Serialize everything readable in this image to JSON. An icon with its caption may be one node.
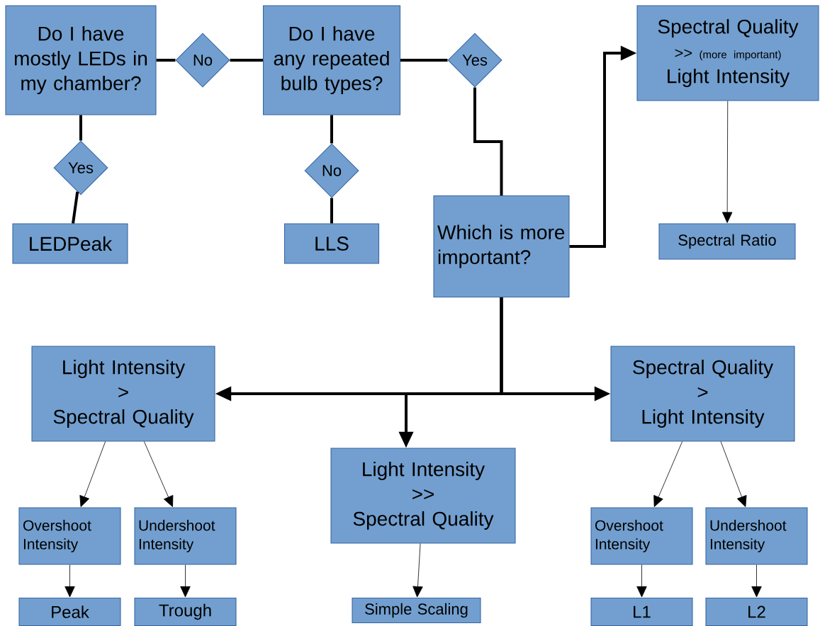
{
  "diagram": {
    "nodes": [
      {
        "text": [
          "Do I have mostly LEDs in my chamber?"
        ]
      },
      {
        "text": [
          "No"
        ]
      },
      {
        "text": [
          "Do I have any repeated bulb types?"
        ]
      },
      {
        "text": [
          "Yes"
        ]
      },
      {
        "text": [
          "Spectral Quality",
          ">>",
          "(more important)",
          "Light Intensity"
        ]
      },
      {
        "text": [
          "Yes"
        ]
      },
      {
        "text": [
          "No"
        ]
      },
      {
        "text": [
          "LEDPeak"
        ]
      },
      {
        "text": [
          "LLS"
        ]
      },
      {
        "text": [
          "Which is more important?"
        ]
      },
      {
        "text": [
          "Spectral Ratio"
        ]
      },
      {
        "text": [
          "Light Intensity",
          ">",
          "Spectral Quality"
        ]
      },
      {
        "text": [
          "Spectral Quality",
          ">",
          "Light Intensity"
        ]
      },
      {
        "text": [
          "Light Intensity",
          ">>",
          "Spectral Quality"
        ]
      },
      {
        "text": [
          "Overshoot Intensity"
        ]
      },
      {
        "text": [
          "Undershoot Intensity"
        ]
      },
      {
        "text": [
          "Overshoot Intensity"
        ]
      },
      {
        "text": [
          "Undershoot Intensity"
        ]
      },
      {
        "text": [
          "Peak"
        ]
      },
      {
        "text": [
          "Trough"
        ]
      },
      {
        "text": [
          "Simple Scaling"
        ]
      },
      {
        "text": [
          "L1"
        ]
      },
      {
        "text": [
          "L2"
        ]
      }
    ],
    "edges": [
      {
        "from": 0,
        "to": 1,
        "arrow": "none"
      },
      {
        "from": 1,
        "to": 2,
        "arrow": "none"
      },
      {
        "from": 2,
        "to": 3,
        "arrow": "none"
      },
      {
        "from": 3,
        "to": 9,
        "arrow": "none"
      },
      {
        "from": 9,
        "to": 4,
        "arrow": "to"
      },
      {
        "from": 4,
        "to": 10,
        "arrow": "to"
      },
      {
        "from": 0,
        "to": 5,
        "arrow": "none"
      },
      {
        "from": 5,
        "to": 7,
        "arrow": "none"
      },
      {
        "from": 2,
        "to": 6,
        "arrow": "none"
      },
      {
        "from": 6,
        "to": 8,
        "arrow": "none"
      },
      {
        "from": 9,
        "to": 11,
        "arrow": "to"
      },
      {
        "from": 9,
        "to": 13,
        "arrow": "to"
      },
      {
        "from": 9,
        "to": 12,
        "arrow": "to"
      },
      {
        "from": 11,
        "to": 14,
        "arrow": "to"
      },
      {
        "from": 11,
        "to": 15,
        "arrow": "to"
      },
      {
        "from": 12,
        "to": 16,
        "arrow": "to"
      },
      {
        "from": 12,
        "to": 17,
        "arrow": "to"
      },
      {
        "from": 14,
        "to": 18,
        "arrow": "to"
      },
      {
        "from": 15,
        "to": 19,
        "arrow": "to"
      },
      {
        "from": 13,
        "to": 20,
        "arrow": "to"
      },
      {
        "from": 16,
        "to": 21,
        "arrow": "to"
      },
      {
        "from": 17,
        "to": 22,
        "arrow": "to"
      }
    ]
  }
}
